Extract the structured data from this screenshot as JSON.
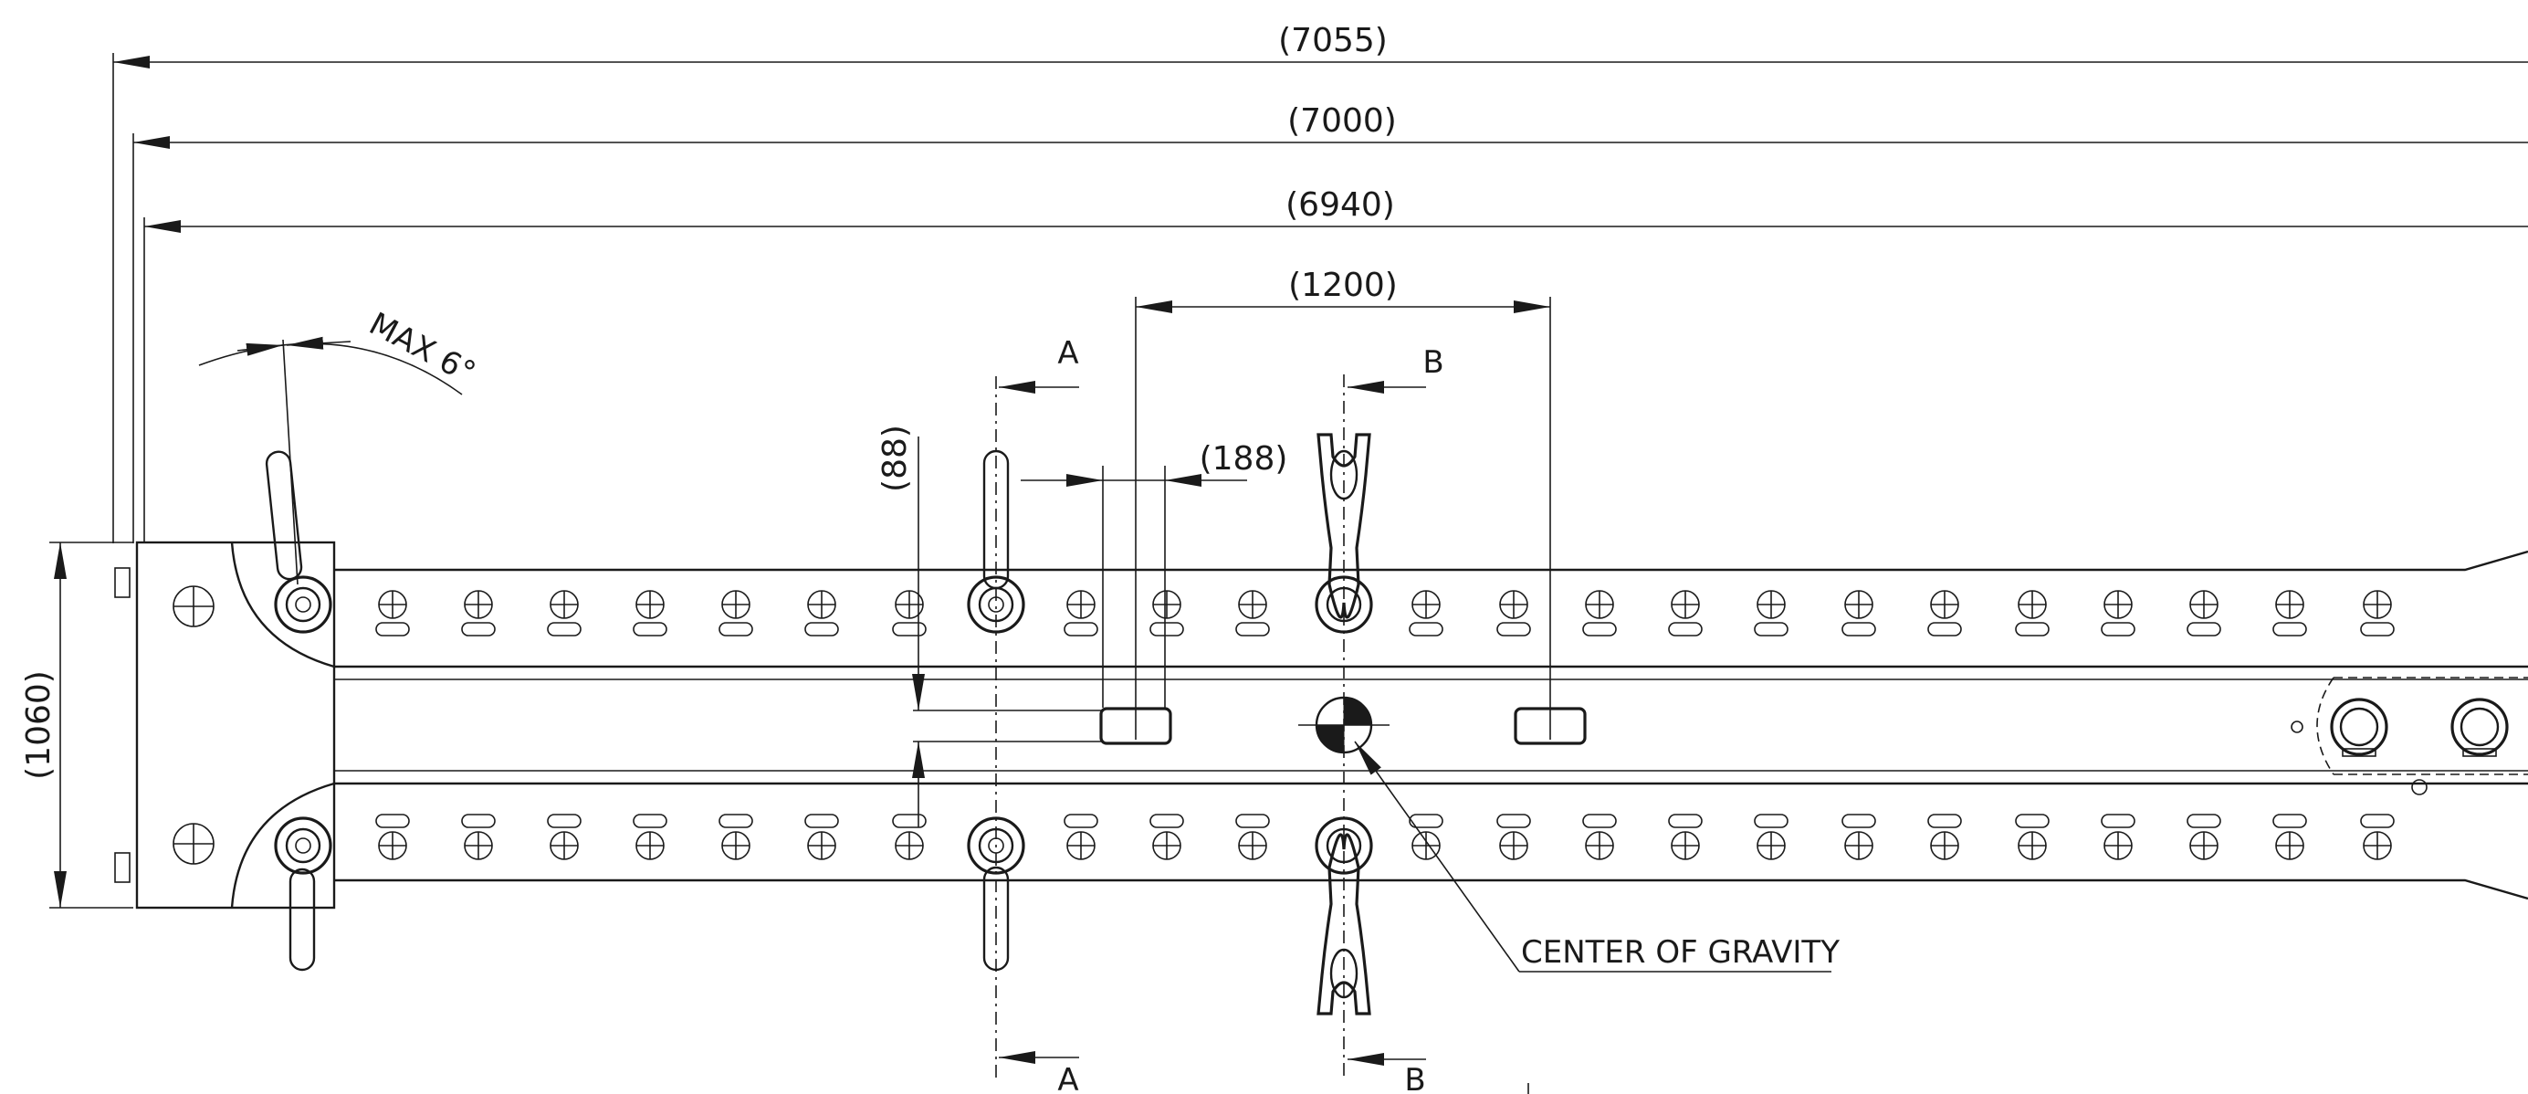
{
  "dimensions": {
    "overall_7055": "(7055)",
    "overall_7000": "(7000)",
    "overall_6940": "(6940)",
    "spacing_1200": "(1200)",
    "spacing_188": "(188)",
    "height_88": "(88)",
    "height_1060": "(1060)"
  },
  "angle_note": "MAX 6°",
  "section_markers": {
    "a_top": "A",
    "a_bottom": "A",
    "b_top": "B",
    "b_bottom": "B"
  },
  "callout": {
    "center_of_gravity": "CENTER OF GRAVITY"
  },
  "colors": {
    "line": "#1a1a1a",
    "background": "#ffffff"
  }
}
